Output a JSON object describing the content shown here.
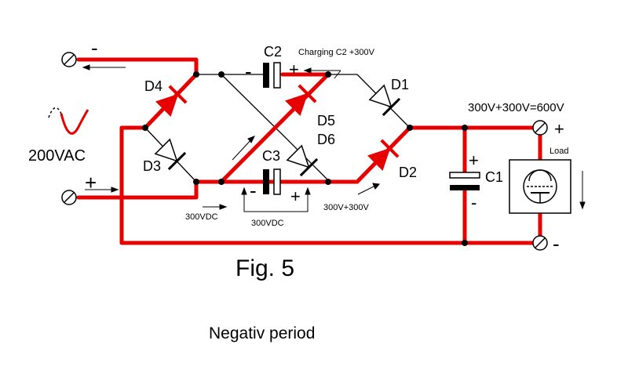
{
  "labels": {
    "neg_top": "-",
    "pos_left": "+",
    "ac_source": "200VAC",
    "d4": "D4",
    "d3": "D3",
    "d5": "D5",
    "d6": "D6",
    "d1": "D1",
    "d2": "D2",
    "c2": "C2",
    "c3": "C3",
    "c1": "C1",
    "c2_minus": "-",
    "c2_plus": "+",
    "c3_minus": "-",
    "c3_plus": "+",
    "c1_plus": "+",
    "c1_minus": "-",
    "charging_note": "Charging C2 +300V",
    "output_sum": "300V+300V=600V",
    "out_plus": "+",
    "out_minus": "-",
    "load": "Load",
    "bottom_left_voltage": "300VDC",
    "bottom_mid_voltage": "300VDC",
    "bottom_right_voltage": "300V+300V",
    "figure": "Fig. 5",
    "caption": "Negativ period"
  },
  "colors": {
    "active_path": "#e60000",
    "inactive_wire": "#000000",
    "background": "#ffffff"
  }
}
